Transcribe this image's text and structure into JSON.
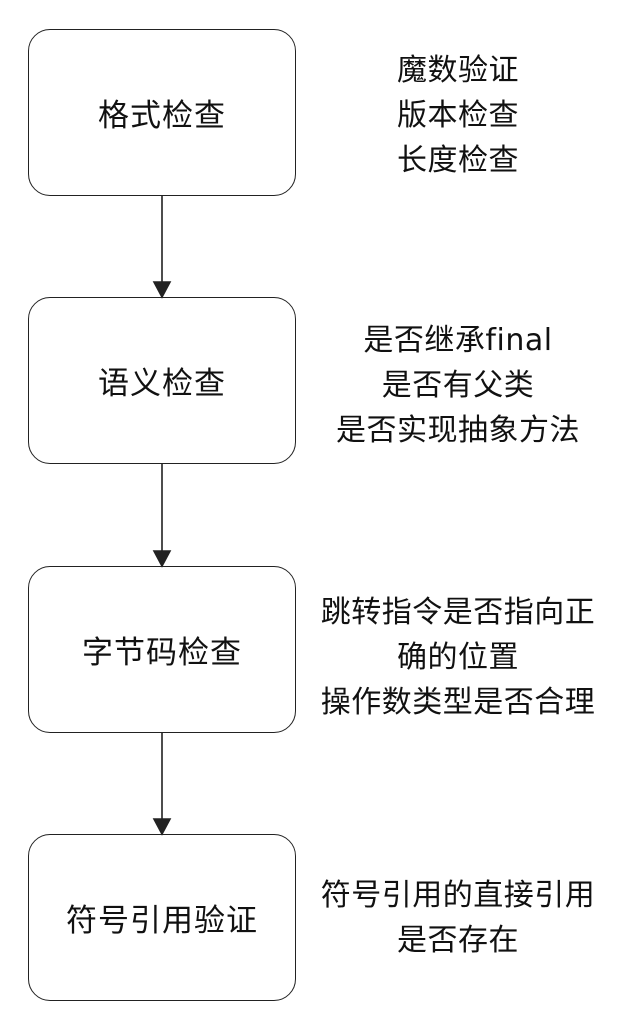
{
  "steps": [
    {
      "label": "格式检查",
      "notes": [
        "魔数验证",
        "版本检查",
        "长度检查"
      ]
    },
    {
      "label": "语义检查",
      "notes": [
        "是否继承final",
        "是否有父类",
        "是否实现抽象方法"
      ]
    },
    {
      "label": "字节码检查",
      "notes": [
        "跳转指令是否指向正",
        "确的位置",
        "操作数类型是否合理"
      ]
    },
    {
      "label": "符号引用验证",
      "notes": [
        "符号引用的直接引用",
        "是否存在"
      ]
    }
  ]
}
